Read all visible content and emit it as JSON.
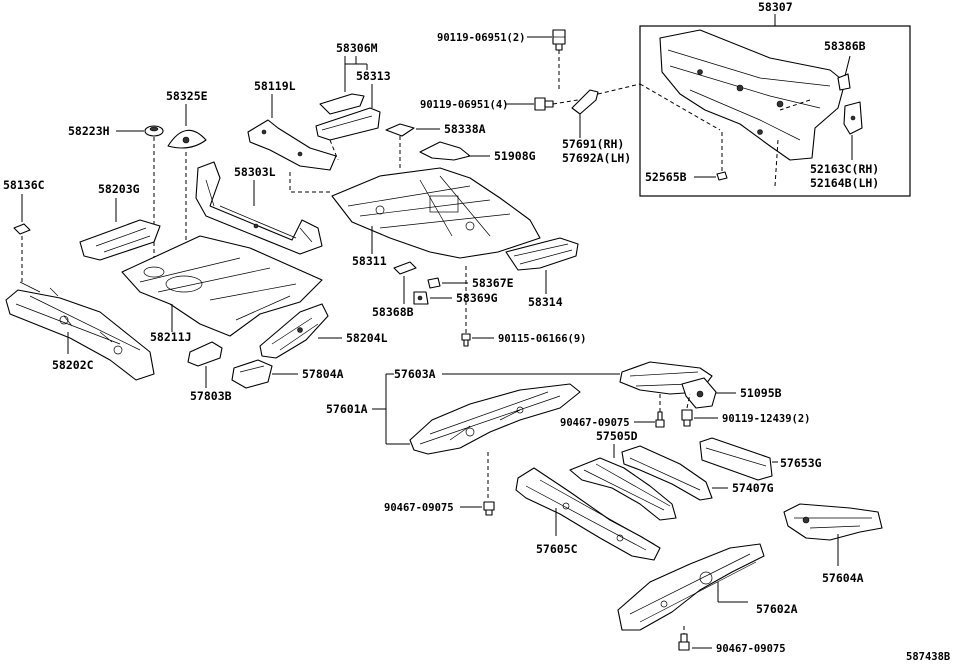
{
  "diagram_code": "587438B",
  "labels": {
    "p58307": "58307",
    "p58386B": "58386B",
    "p52565B": "52565B",
    "p52163C": "52163C(RH)",
    "p52164B": "52164B(LH)",
    "p90119_06951_2": "90119-06951(2)",
    "p90119_06951_4": "90119-06951(4)",
    "p57691": "57691(RH)",
    "p57692A": "57692A(LH)",
    "p58306M": "58306M",
    "p58313": "58313",
    "p58119L": "58119L",
    "p58325E": "58325E",
    "p58223H": "58223H",
    "p58338A": "58338A",
    "p51908G": "51908G",
    "p58303L": "58303L",
    "p58136C": "58136C",
    "p58203G": "58203G",
    "p58311": "58311",
    "p58367E": "58367E",
    "p58369G": "58369G",
    "p58368B": "58368B",
    "p58314": "58314",
    "p90115_06166": "90115-06166(9)",
    "p58211J": "58211J",
    "p58204L": "58204L",
    "p58202C": "58202C",
    "p57804A": "57804A",
    "p57803B": "57803B",
    "p57603A": "57603A",
    "p51095B": "51095B",
    "p57601A": "57601A",
    "p90467_09075_a": "90467-09075",
    "p90119_12439": "90119-12439(2)",
    "p57505D": "57505D",
    "p57653G": "57653G",
    "p57407G": "57407G",
    "p90467_09075_b": "90467-09075",
    "p57605C": "57605C",
    "p57604A": "57604A",
    "p57602A": "57602A",
    "p90467_09075_c": "90467-09075"
  }
}
